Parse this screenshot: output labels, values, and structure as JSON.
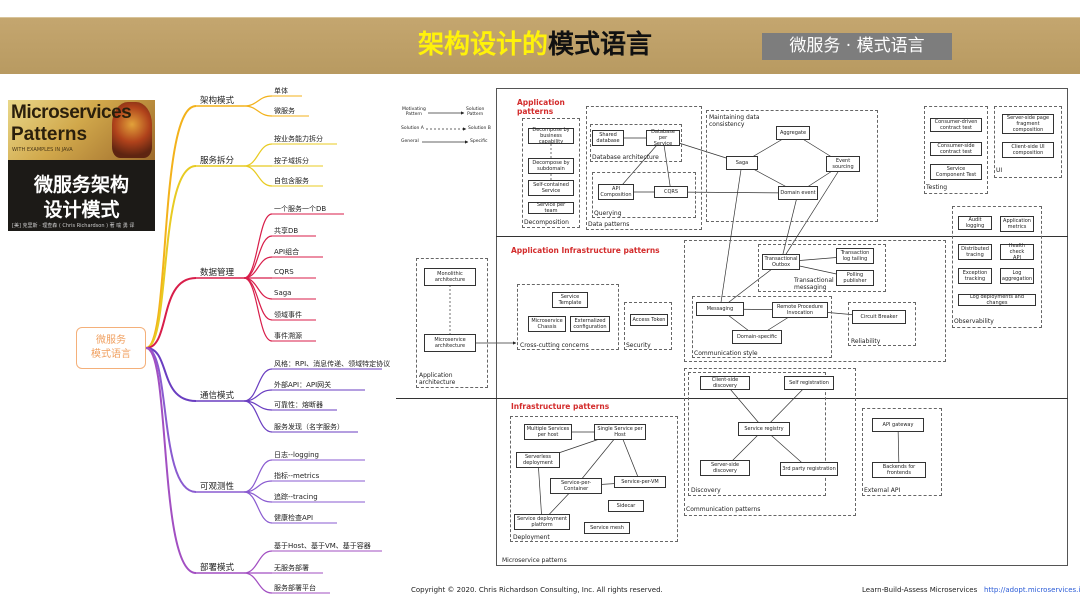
{
  "header": {
    "title_yellow": "架构设计的",
    "title_black": "模式语言",
    "tag": "微服务 · 模式语言"
  },
  "book": {
    "title_line1": "Microservices",
    "title_line2": "Patterns",
    "subtitle_small": "WITH EXAMPLES IN JAVA",
    "cn_line1": "微服务架构",
    "cn_line2": "设计模式",
    "authors": "[美] 克里斯 · 理查森 ( Chris Richardson ) 著  喻 勇 译"
  },
  "mindmap": {
    "root_line1": "微服务",
    "root_line2": "模式语言",
    "branches": [
      {
        "label": "架构模式",
        "color": "#f3b21b",
        "children": [
          "单体",
          "微服务"
        ]
      },
      {
        "label": "服务拆分",
        "color": "#e8cb22",
        "children": [
          "按业务能力拆分",
          "按子域拆分",
          "自包含服务"
        ]
      },
      {
        "label": "数据管理",
        "color": "#d81e4a",
        "children": [
          "一个服务一个DB",
          "共享DB",
          "API组合",
          "CQRS",
          "Saga",
          "领域事件",
          "事件溯源"
        ]
      },
      {
        "label": "通信模式",
        "color": "#6a3ec1",
        "children": [
          "风格：RPI、消息传递、领域特定协议",
          "外部API：API网关",
          "可靠性：熔断器",
          "服务发现（名字服务）"
        ]
      },
      {
        "label": "可观测性",
        "color": "#8a5bd0",
        "children": [
          "日志--logging",
          "指标--metrics",
          "追踪--tracing",
          "健康检查API"
        ]
      },
      {
        "label": "部署模式",
        "color": "#a24fc2",
        "children": [
          "基于Host、基于VM、基于容器",
          "无服务部署",
          "服务部署平台"
        ]
      }
    ]
  },
  "diagram": {
    "legend": {
      "motivating": "Motivating\nPattern",
      "solution": "Solution\nPattern",
      "solution_a": "Solution A",
      "solution_b": "Solution B",
      "general": "General",
      "specific": "Specific"
    },
    "sections": {
      "application": "Application\npatterns",
      "app_infra": "Application Infrastructure patterns",
      "infra": "Infrastructure patterns"
    },
    "groups": {
      "decomposition": "Decomposition",
      "database_architecture": "Database architecture",
      "querying": "Querying",
      "data_patterns": "Data patterns",
      "maintaining": "Maintaining data\nconsistency",
      "testing": "Testing",
      "ui": "UI",
      "observability": "Observability",
      "cross_cutting": "Cross-cutting concerns",
      "security": "Security",
      "transactional_messaging": "Transactional\nmessaging",
      "communication_style": "Communication style",
      "reliability": "Reliability",
      "app_architecture": "Application\narchitecture",
      "discovery": "Discovery",
      "external_api": "External API",
      "communication_patterns": "Communication patterns",
      "deployment": "Deployment",
      "microservice_patterns": "Microservice patterns"
    },
    "boxes": {
      "decompose_bc": "Decompose by\nbusiness capability",
      "decompose_sd": "Decompose by\nsubdomain",
      "self_contained": "Self-contained\nService",
      "service_per_team": "Service per team",
      "shared_db": "Shared\ndatabase",
      "db_per_service": "Database per\nService",
      "api_composition": "API\nComposition",
      "cqrs": "CQRS",
      "aggregate": "Aggregate",
      "saga": "Saga",
      "event_sourcing": "Event\nsourcing",
      "domain_event": "Domain event",
      "consumer_driven": "Consumer-driven\ncontract test",
      "consumer_side": "Consumer-side\ncontract test",
      "service_component_test": "Service\nComponent Test",
      "server_side_fragment": "Server-side page\nfragment\ncomposition",
      "client_side_ui": "Client-side UI\ncomposition",
      "audit_logging": "Audit logging",
      "app_metrics": "Application\nmetrics",
      "distributed_tracing": "Distributed\ntracing",
      "health_check": "Health check\nAPI",
      "exception_tracking": "Exception\ntracking",
      "log_aggregation": "Log\naggregation",
      "log_deployments": "Log deployments and changes",
      "monolithic": "Monolithic\narchitecture",
      "microservice_arch": "Microservice\narchitecture",
      "service_template": "Service\nTemplate",
      "microservice_chassis": "Microservice\nChassis",
      "externalized_config": "Externalized\nconfiguration",
      "access_token": "Access Token",
      "transactional_outbox": "Transactional\nOutbox",
      "transaction_log_tailing": "Transaction\nlog tailing",
      "polling_publisher": "Polling\npublisher",
      "messaging": "Messaging",
      "rpi": "Remote Procedure\nInvocation",
      "domain_specific": "Domain-specific",
      "circuit_breaker": "Circuit Breaker",
      "client_side_discovery": "Client-side discovery",
      "self_registration": "Self registration",
      "service_registry": "Service registry",
      "server_side_discovery": "Server-side\ndiscovery",
      "third_party_registration": "3rd party registration",
      "api_gateway": "API gateway",
      "bff": "Backends for\nfrontends",
      "multiple_services_per_host": "Multiple Services\nper host",
      "single_service_per_host": "Single Service per\nHost",
      "serverless": "Serverless\ndeployment",
      "service_per_container": "Service-per-\nContainer",
      "service_per_vm": "Service-per-VM",
      "sidecar": "Sidecar",
      "service_deployment_platform": "Service deployment\nplatform",
      "service_mesh": "Service mesh"
    }
  },
  "footer": {
    "copyright": "Copyright © 2020. Chris Richardson Consulting, Inc. All rights reserved.",
    "learn": "Learn-Build-Assess Microservices",
    "url": "http://adopt.microservices.io"
  }
}
